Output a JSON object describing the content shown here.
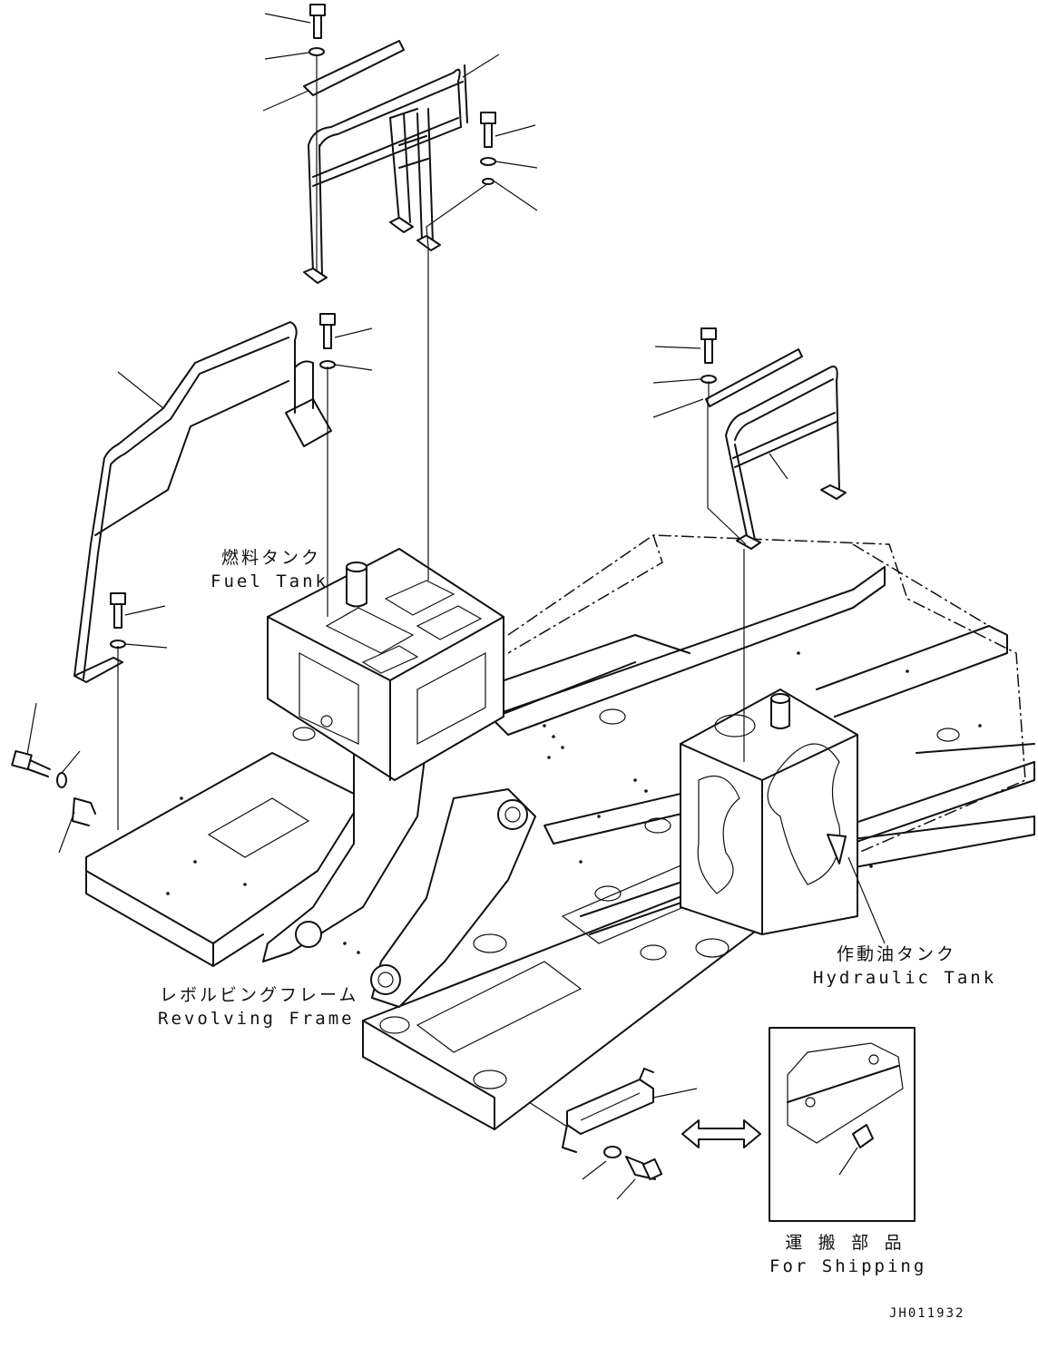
{
  "labels": {
    "fuel_tank_jp": "燃料タンク",
    "fuel_tank_en": "Fuel Tank",
    "hydraulic_tank_jp": "作動油タンク",
    "hydraulic_tank_en": "Hydraulic Tank",
    "revolving_frame_jp": "レボルビングフレーム",
    "revolving_frame_en": "Revolving Frame",
    "for_shipping_jp": "運 搬 部 品",
    "for_shipping_en": "For Shipping"
  },
  "drawing_id": "JH011932"
}
